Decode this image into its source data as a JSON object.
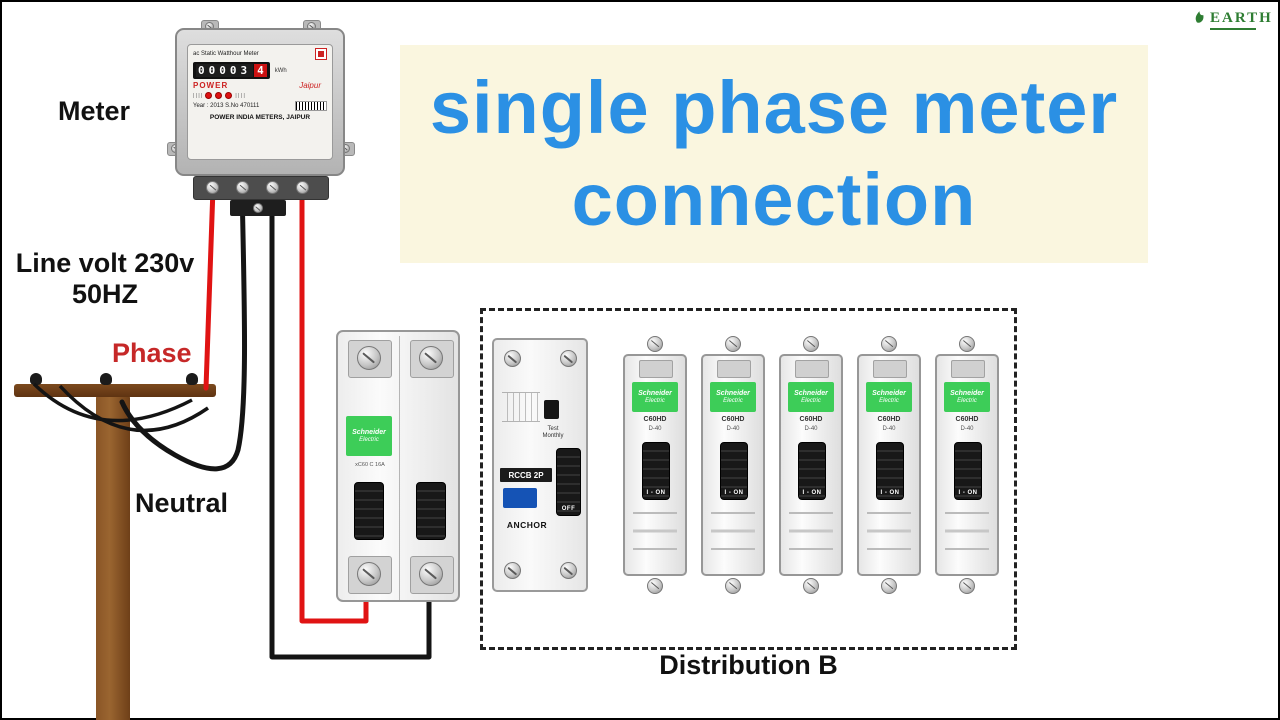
{
  "title": {
    "line1": "single phase meter",
    "line2": "connection"
  },
  "labels": {
    "meter": "Meter",
    "line_volt": "Line volt 230v",
    "freq": "50HZ",
    "phase": "Phase",
    "neutral": "Neutral",
    "distribution": "Distribution B"
  },
  "logo": {
    "text": "EARTH"
  },
  "meter": {
    "header": "ac Static Watthour Meter",
    "display_digits": "00003",
    "display_last": "4",
    "unit": "kWh",
    "brand": "POWER",
    "brand_script": "Jaipur",
    "serial": "Year : 2013   S.No 470111",
    "maker": "POWER INDIA METERS, JAIPUR"
  },
  "mcb2p": {
    "brand1": "Schneider",
    "brand2": "Electric",
    "model": "xC60  C 16A"
  },
  "rccb": {
    "test1": "Test",
    "test2": "Monthly",
    "label": "RCCB 2P",
    "brand": "ANCHOR",
    "toggle": "OFF"
  },
  "distribution": {
    "breakers": [
      {
        "brand1": "Schneider",
        "brand2": "Electric",
        "model": "C60HD",
        "rating": "D-40",
        "toggle": "I - ON"
      },
      {
        "brand1": "Schneider",
        "brand2": "Electric",
        "model": "C60HD",
        "rating": "D-40",
        "toggle": "I - ON"
      },
      {
        "brand1": "Schneider",
        "brand2": "Electric",
        "model": "C60HD",
        "rating": "D-40",
        "toggle": "I - ON"
      },
      {
        "brand1": "Schneider",
        "brand2": "Electric",
        "model": "C60HD",
        "rating": "D-40",
        "toggle": "I - ON"
      },
      {
        "brand1": "Schneider",
        "brand2": "Electric",
        "model": "C60HD",
        "rating": "D-40",
        "toggle": "I - ON"
      }
    ]
  },
  "colors": {
    "title_blue": "#2B90E4",
    "title_bg": "#FAF6DF",
    "phase_red": "#C62828",
    "wire_red": "#E01313",
    "wire_black": "#141414",
    "schneider_green": "#3DCD58",
    "pole_brown": "#7C4A1E",
    "rccb_badge_blue": "#1553B5",
    "logo_green": "#2E7D32"
  }
}
